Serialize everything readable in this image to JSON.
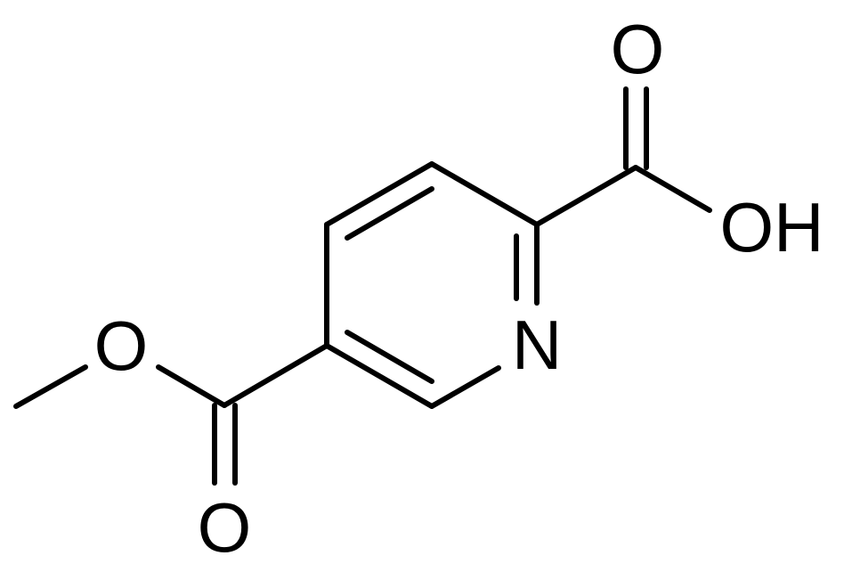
{
  "molecule": {
    "atoms": {
      "ring_nitrogen": "N",
      "acid_carbonyl_oxygen": "O",
      "acid_hydroxyl": "OH",
      "ester_ether_oxygen": "O",
      "ester_carbonyl_oxygen": "O"
    }
  },
  "colors": {
    "bond": "#000000",
    "label": "#000000",
    "background": "#ffffff"
  }
}
